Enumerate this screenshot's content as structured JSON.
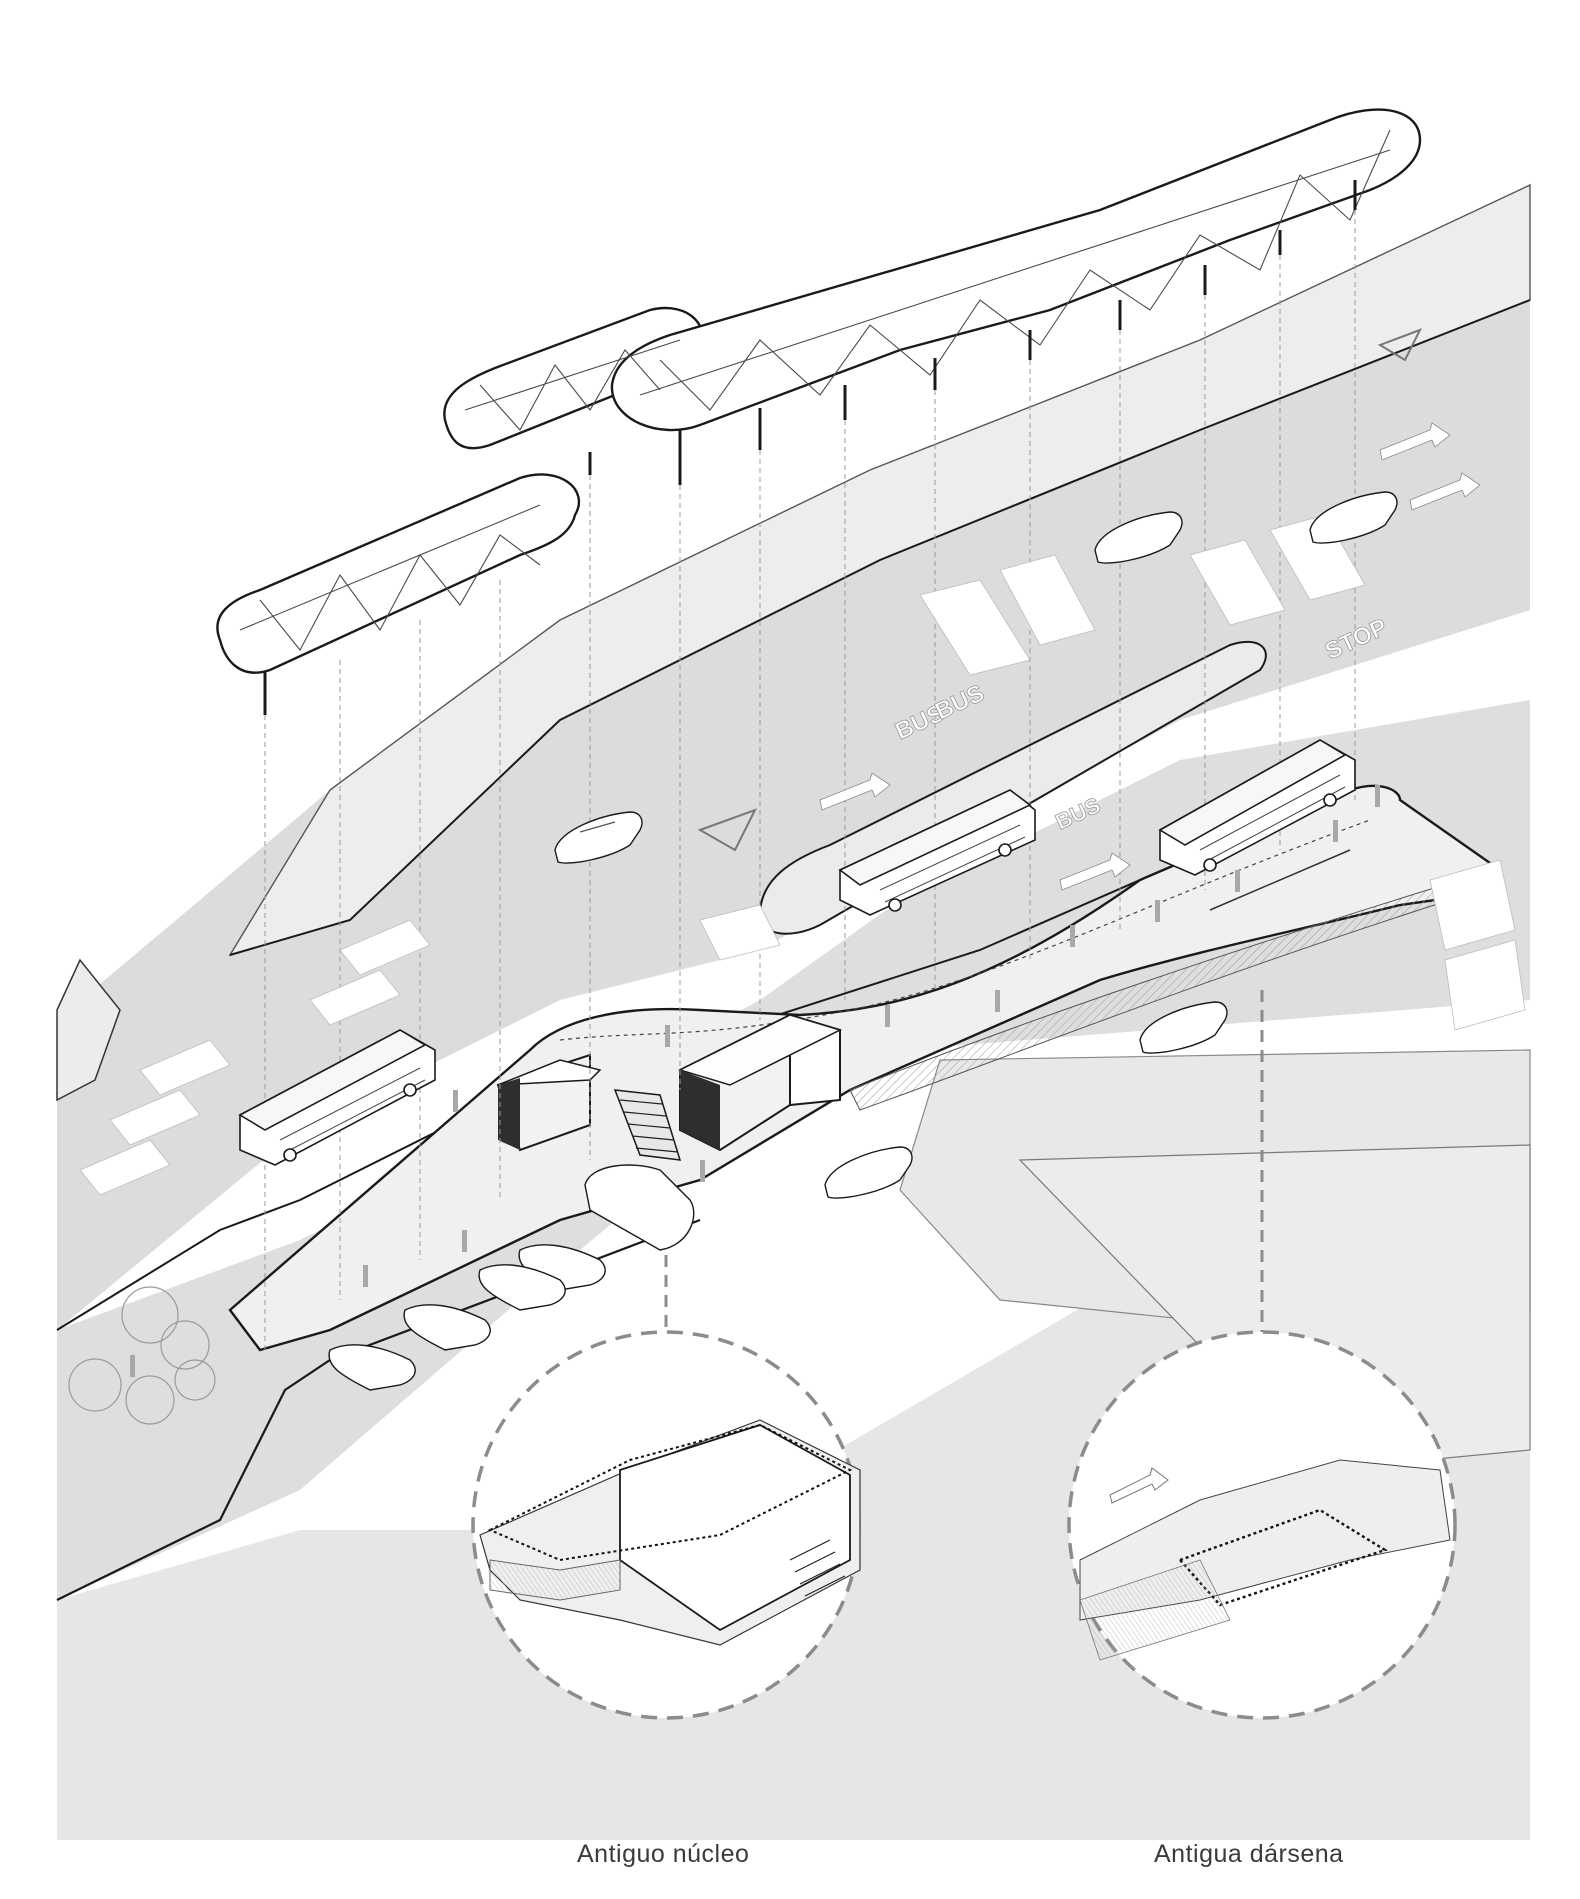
{
  "captions": {
    "left": "Antiguo núcleo",
    "right": "Antigua dársena"
  },
  "road_markings": {
    "bus_label": "BUS",
    "stop_label": "STOP"
  },
  "colors": {
    "paper": "#ffffff",
    "ground": "#e4e4e4",
    "road": "#d9d9d9",
    "sidewalk": "#efefef",
    "stroke": "#1a1a1a",
    "light_stroke": "#9a9a9a",
    "dashed_circle": "#8c8c8c",
    "volume_dark": "#3a3a3a",
    "volume_light": "#f2f2f2",
    "figure": "#a8a8a8"
  },
  "icons": [
    "bus-icon",
    "car-icon",
    "pedestrian-icon",
    "tree-icon",
    "stair-icon",
    "arrow-icon",
    "pedestrian-crossing-icon"
  ]
}
